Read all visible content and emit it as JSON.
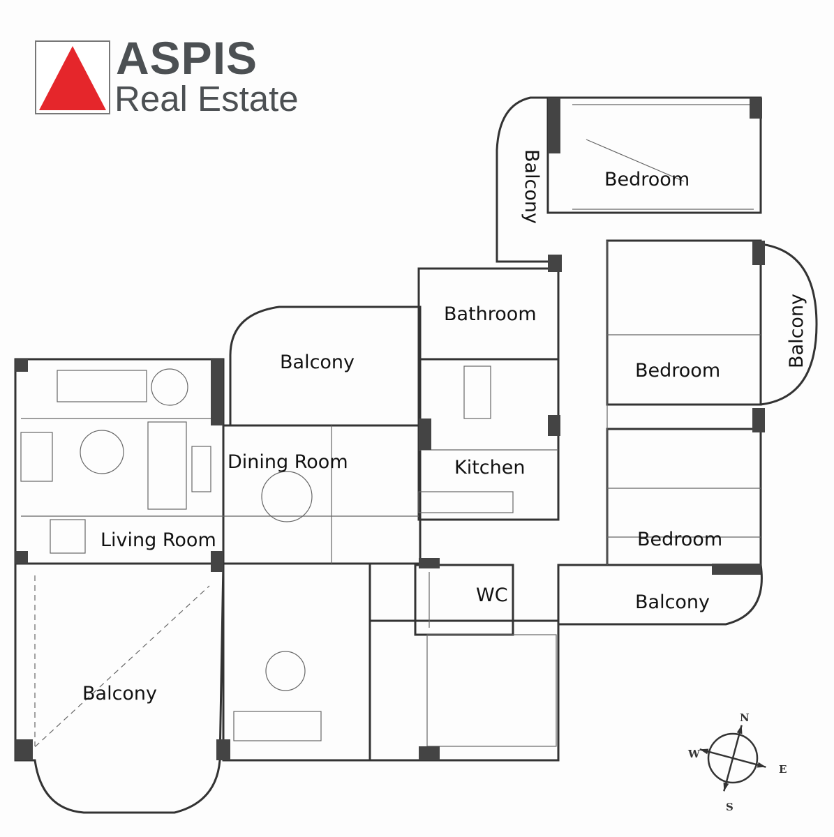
{
  "brand": {
    "name": "ASPIS",
    "tagline": "Real Estate",
    "triangle_color": "#e5262b",
    "text_color": "#4c5053"
  },
  "rooms": {
    "balcony_north_top": "Balcony",
    "bedroom_top": "Bedroom",
    "balcony_east": "Balcony",
    "bathroom": "Bathroom",
    "bedroom_middle": "Bedroom",
    "balcony_center": "Balcony",
    "dining_room": "Dining Room",
    "kitchen": "Kitchen",
    "bedroom_bottom": "Bedroom",
    "living_room": "Living Room",
    "wc": "WC",
    "balcony_south_east": "Balcony",
    "balcony_south_west": "Balcony"
  },
  "compass": {
    "north": "N",
    "east": "E",
    "south": "S",
    "west": "W"
  },
  "icons": [
    "aspis-logo-triangle-icon",
    "compass-rose-icon"
  ]
}
